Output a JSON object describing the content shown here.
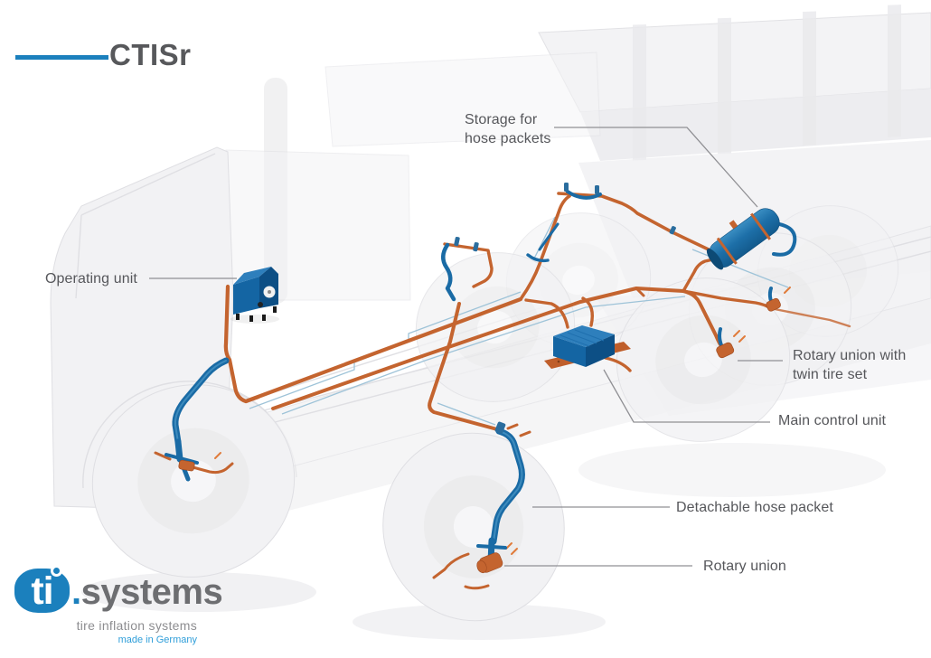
{
  "title": {
    "text": "CTISr"
  },
  "labels": {
    "storage": {
      "line1": "Storage for",
      "line2": "hose packets"
    },
    "operating_unit": {
      "text": "Operating unit"
    },
    "rotary_union_twin": {
      "line1": "Rotary union with",
      "line2": "twin tire set"
    },
    "main_control_unit": {
      "text": "Main control unit"
    },
    "detachable_hose_packet": {
      "text": "Detachable hose packet"
    },
    "rotary_union": {
      "text": "Rotary union"
    }
  },
  "logo": {
    "mark": "ti",
    "dot": ".",
    "name": "systems",
    "tagline": "tire inflation systems",
    "origin": "made in Germany"
  },
  "colors": {
    "brand_blue": "#1b80bd",
    "title_gray": "#57585b",
    "label_gray": "#56575b",
    "leader_gray": "#909094",
    "pipe_orange": "#c4642f",
    "hose_blue": "#1a6ba5",
    "madein_blue": "#2f9ed9"
  }
}
